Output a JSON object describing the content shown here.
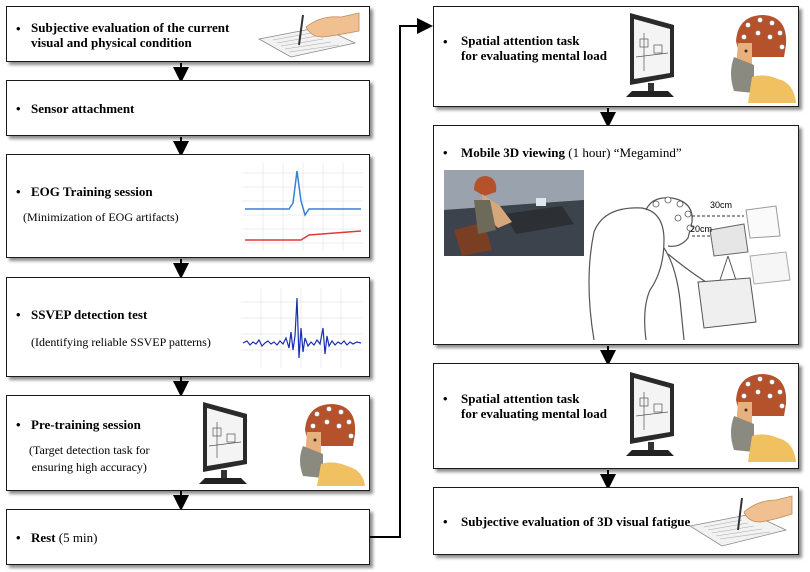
{
  "bullet": "•",
  "steps": [
    {
      "title": "Subjective evaluation of the current",
      "title2": "visual and physical condition"
    },
    {
      "title": "Sensor attachment"
    },
    {
      "title": "EOG Training session",
      "sub": "(Minimization of  EOG artifacts)"
    },
    {
      "title": "SSVEP detection test",
      "sub": "(Identifying reliable  SSVEP  patterns)"
    },
    {
      "title": "Pre-training session",
      "sub1": "(Target detection task for",
      "sub2": "ensuring high accuracy)"
    },
    {
      "title": "Rest",
      "title_rest": " (5 min)"
    },
    {
      "title": "Spatial attention task",
      "title2": "for evaluating mental load"
    },
    {
      "title": "Mobile 3D viewing",
      "title_rest": " (1 hour)  “Megamind”",
      "dist1": "30cm",
      "dist2": "20cm"
    },
    {
      "title": "Spatial attention task",
      "title2": "for evaluating mental load"
    },
    {
      "title": "Subjective evaluation of 3D visual fatigue"
    }
  ],
  "colors": {
    "eog_top": "#3a7fd5",
    "eog_bottom": "#e2383a",
    "ssvep": "#1a2fb0",
    "hair": "#b5522b",
    "skin": "#e8b07c"
  }
}
